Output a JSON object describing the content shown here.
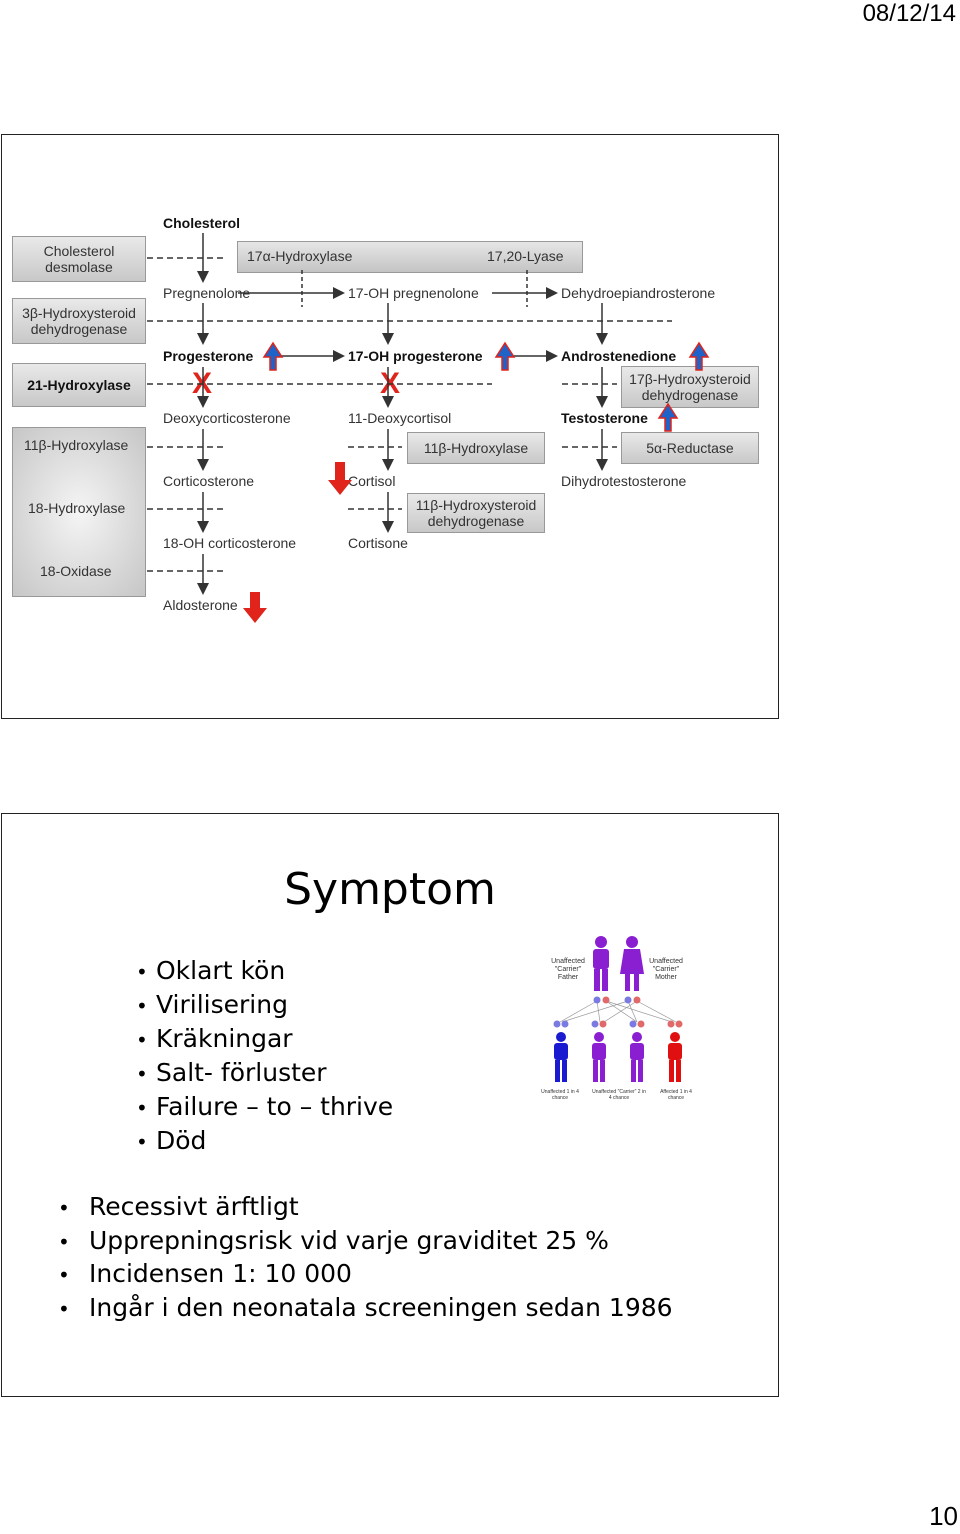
{
  "header": {
    "date": "08/12/14"
  },
  "footer": {
    "page_number": "10"
  },
  "diagram": {
    "enzyme_boxes": {
      "cholesterol_desmolase": "Cholesterol desmolase",
      "hsd3b": "3β-Hydroxysteroid dehydrogenase",
      "hydroxylase21": "21-Hydroxylase",
      "hydroxylase11b": "11β-Hydroxylase",
      "hydroxylase18": "18-Hydroxylase",
      "oxidase18": "18-Oxidase",
      "hydroxylase17a": "17α-Hydroxylase",
      "lyase1720": "17,20-Lyase",
      "hsd17b": "17β-Hydroxysteroid dehydrogenase",
      "hydroxylase11b_mid": "11β-Hydroxylase",
      "hsd11b": "11β-Hydroxysteroid dehydrogenase",
      "reductase5a": "5α-Reductase"
    },
    "metabolites": {
      "cholesterol": "Cholesterol",
      "pregnenolone": "Pregnenolone",
      "oh17_pregnenolone": "17-OH pregnenolone",
      "dhea": "Dehydroepiandrosterone",
      "progesterone": "Progesterone",
      "oh17_progesterone": "17-OH progesterone",
      "androstenedione": "Androstenedione",
      "deoxycorticosterone": "Deoxycorticosterone",
      "deoxycortisol11": "11-Deoxycortisol",
      "testosterone": "Testosterone",
      "corticosterone": "Corticosterone",
      "cortisol": "Cortisol",
      "dihydrotestosterone": "Dihydrotestosterone",
      "oh18_corticosterone": "18-OH corticosterone",
      "cortisone": "Cortisone",
      "aldosterone": "Aldosterone"
    },
    "block_mark": "X",
    "colors": {
      "increase_arrow": "#1f63c9",
      "decrease_arrow": "#e0241b",
      "block_mark": "#e0241b",
      "box_border": "#999999"
    }
  },
  "slide2": {
    "title": "Symptom",
    "symptoms": [
      "Oklart kön",
      "Virilisering",
      "Kräkningar",
      "Salt- förluster",
      "Failure – to – thrive",
      "Död"
    ],
    "facts": [
      "Recessivt ärftligt",
      "Upprepningsrisk vid varje graviditet 25 %",
      "Incidensen 1: 10 000",
      "Ingår i den neonatala screeningen sedan 1986"
    ],
    "inheritance_figure": {
      "father_label": "Unaffected \"Carrier\" Father",
      "mother_label": "Unaffected \"Carrier\" Mother",
      "child1_label": "Unaffected 1 in 4 chance",
      "child23_label": "Unaffected \"Carrier\" 2 in 4 chance",
      "child4_label": "Affected 1 in 4 chance",
      "colors": {
        "carrier": "#8a1fd1",
        "unaffected": "#1a1ad0",
        "affected": "#e01010"
      }
    }
  }
}
